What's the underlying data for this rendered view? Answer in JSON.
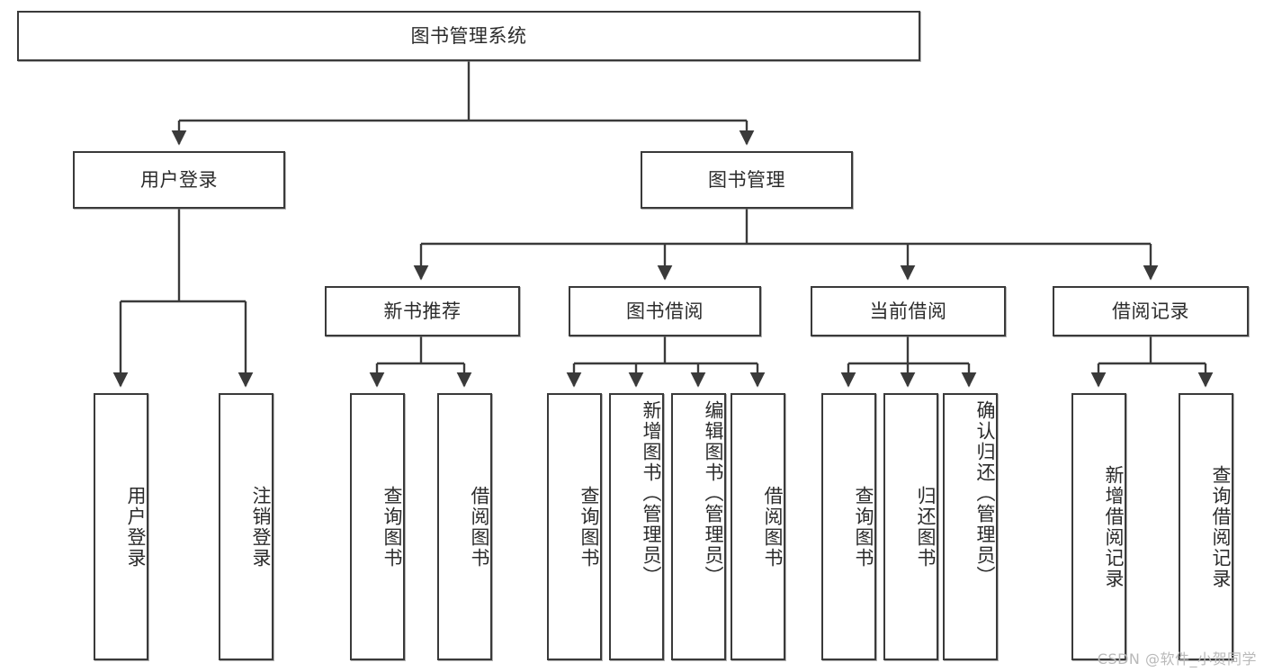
{
  "diagram": {
    "title_node": {
      "label": "图书管理系统"
    },
    "level1": [
      {
        "label": "用户登录"
      },
      {
        "label": "图书管理"
      }
    ],
    "level2": [
      {
        "label": "新书推荐"
      },
      {
        "label": "图书借阅"
      },
      {
        "label": "当前借阅"
      },
      {
        "label": "借阅记录"
      }
    ],
    "leaves": {
      "user_login": [
        {
          "label": "用户登录"
        },
        {
          "label": "注销登录"
        }
      ],
      "new_book_recommend": [
        {
          "label": "查询图书"
        },
        {
          "label": "借阅图书"
        }
      ],
      "book_borrow": [
        {
          "label": "查询图书"
        },
        {
          "label": "新增图书（管理员）"
        },
        {
          "label": "编辑图书（管理员）"
        },
        {
          "label": "借阅图书"
        }
      ],
      "current_borrow": [
        {
          "label": "查询图书"
        },
        {
          "label": "归还图书"
        },
        {
          "label": "确认归还（管理员）"
        }
      ],
      "borrow_record": [
        {
          "label": "新增借阅记录"
        },
        {
          "label": "查询借阅记录"
        }
      ]
    }
  },
  "watermark": {
    "text": "CSDN @软件_小贺同学"
  },
  "colors": {
    "box_border": "#3a3a3a",
    "text": "#2b2b2b",
    "background": "#ffffff",
    "watermark": "#b9b9b9"
  }
}
